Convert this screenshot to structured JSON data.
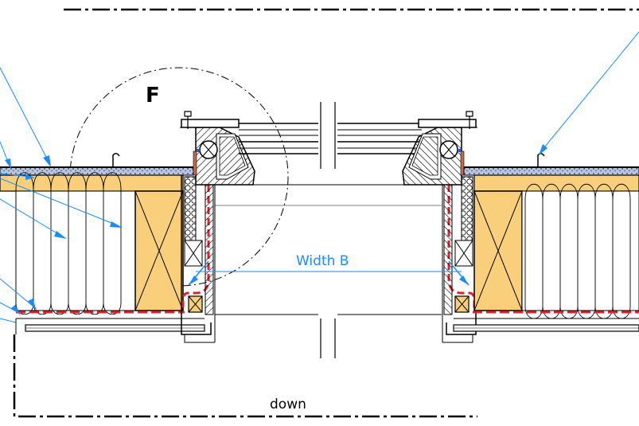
{
  "labels": {
    "detail": "F",
    "width": "Width B",
    "down": "down"
  },
  "colors": {
    "wood": "#f9cf7c",
    "seal": "#e0232a",
    "leader": "#1a8cff",
    "line": "#000000",
    "concrete": "#a7b0c8",
    "foam": "#c86a4a"
  }
}
